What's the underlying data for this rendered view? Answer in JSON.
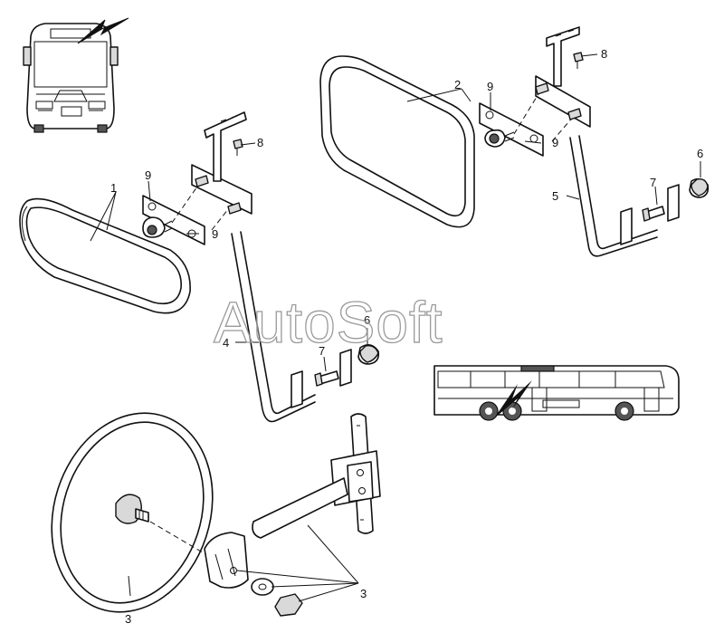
{
  "watermark": "AutoSoft",
  "colors": {
    "line": "#111111",
    "background": "#ffffff",
    "fill_grey": "#d9d9d9",
    "watermark_stroke": "#9a9a9a"
  },
  "callouts": {
    "c1": "1",
    "c2": "2",
    "c3": "3",
    "c4": "4",
    "c5": "5",
    "c6a": "6",
    "c6b": "6",
    "c7a": "7",
    "c7b": "7",
    "c8a": "8",
    "c8b": "8",
    "c9a": "9",
    "c9b": "9",
    "c9c": "9",
    "c9d": "9"
  },
  "icons": [
    "bus-front-view-icon",
    "bus-side-view-icon",
    "lightning-arrow-icon"
  ]
}
